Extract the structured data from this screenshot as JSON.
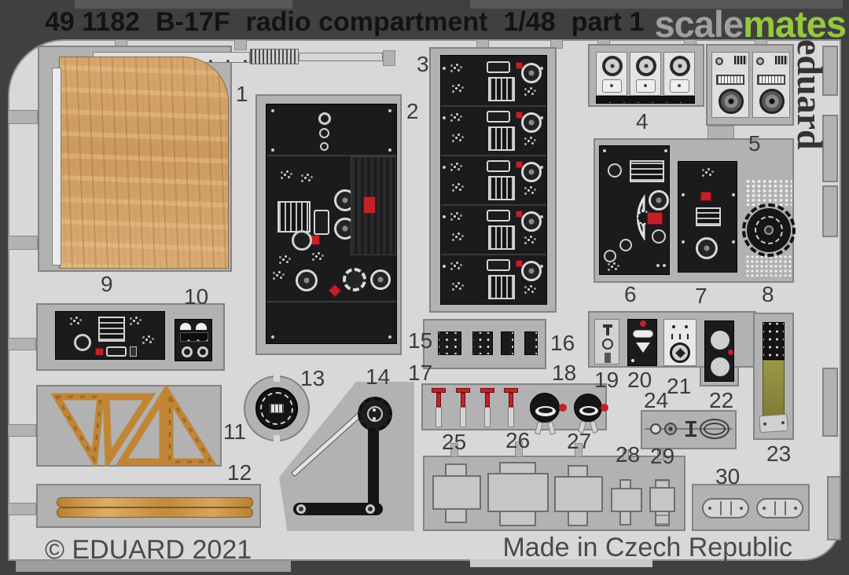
{
  "header": {
    "catalog_number": "49 1182",
    "subject": "B-17F",
    "set_name": "radio compartment",
    "scale": "1/48",
    "part_label": "part 1"
  },
  "watermark": {
    "text_left": "scale",
    "text_right": "mates"
  },
  "brand": {
    "name": "eduard"
  },
  "footer": {
    "copyright": "© EDUARD 2021",
    "made_in": "Made in Czech Republic"
  },
  "parts": [
    "1",
    "2",
    "3",
    "4",
    "5",
    "6",
    "7",
    "8",
    "9",
    "10",
    "11",
    "12",
    "13",
    "14",
    "15",
    "16",
    "17",
    "18",
    "19",
    "20",
    "21",
    "22",
    "23",
    "24",
    "25",
    "26",
    "27",
    "28",
    "29",
    "30"
  ],
  "colors": {
    "frame": "#404040",
    "sheet": "#d8d8d8",
    "fret_plate": "#b2b2b2",
    "part_black": "#1b1b1d",
    "accent_red": "#c32127",
    "wood": "#d2a36b",
    "olive_drab": "#8e8c3e",
    "watermark_gray": "#a0a0a0",
    "watermark_green": "#95c93d"
  }
}
